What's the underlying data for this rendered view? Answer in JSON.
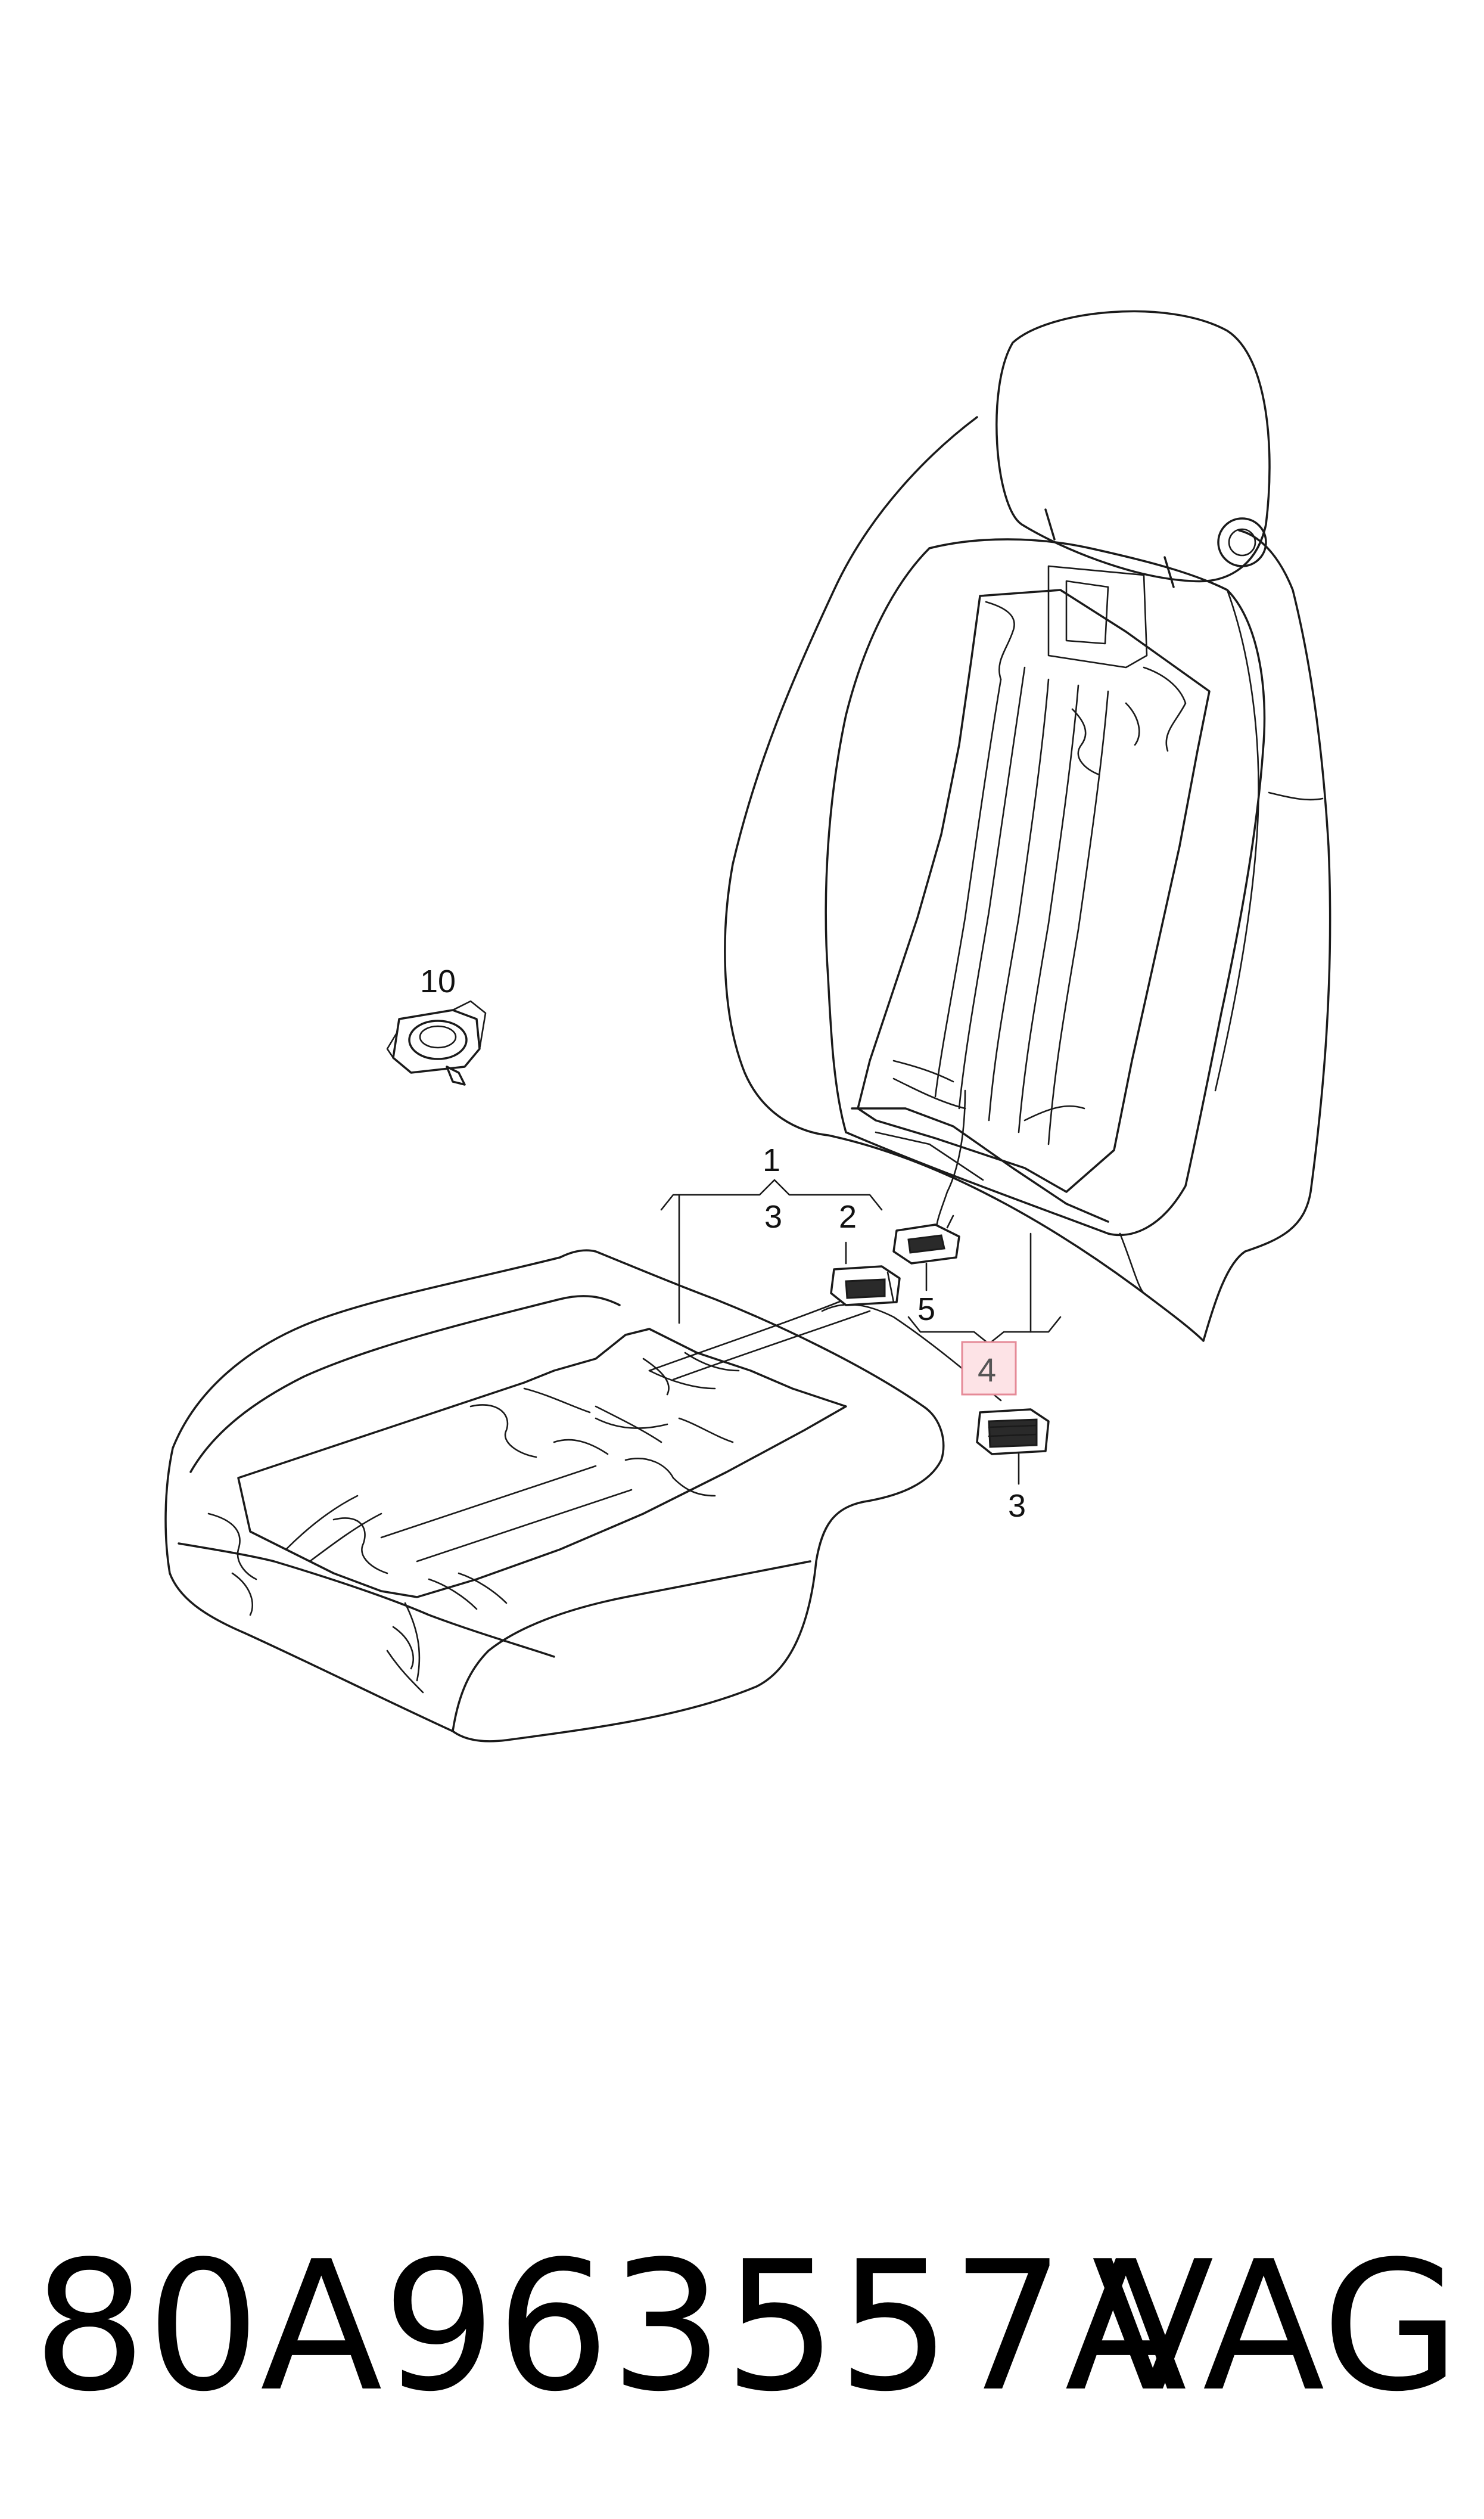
{
  "callouts": {
    "c1": "1",
    "c2": "2",
    "c3_upper": "3",
    "c3_lower": "3",
    "c4": "4",
    "c5": "5",
    "c10": "10"
  },
  "caption": {
    "part_number": "80A963557A",
    "brand": "VAG"
  },
  "colors": {
    "highlight_fill": "#fde3e6",
    "highlight_stroke": "#e58a97",
    "line": "#1a1a1a"
  }
}
